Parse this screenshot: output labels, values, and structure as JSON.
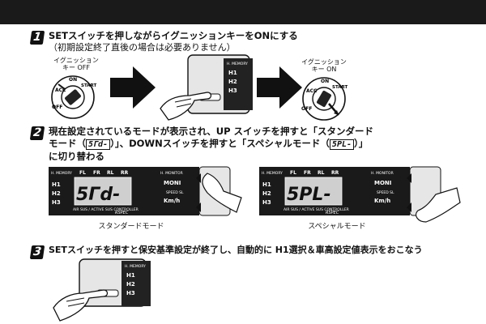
{
  "steps": [
    {
      "number": "1",
      "text": "SETスイッチを押しながらイグニッションキーをONにする",
      "note": "（初期設定終了直後の場合は必要ありません）",
      "key_off_label": [
        "イグニッション",
        "キー OFF"
      ],
      "key_on_label": [
        "イグニッション",
        "キー ON"
      ]
    },
    {
      "number": "2",
      "line1": "現在設定されているモードが表示され、UP スイッチを押すと「スタンダード",
      "line2_pre": "モード（",
      "line2_code1": "5Γd-",
      "line2_mid": "）」、DOWNスイッチを押すと「スペシャルモード（",
      "line2_code2": "5PL-",
      "line2_post": "）」",
      "line3": "に切り替わる",
      "caption_standard": "スタンダードモード",
      "caption_special": "スペシャルモード"
    },
    {
      "number": "3",
      "text": "SETスイッチを押すと保安基準設定が終了し、自動的に H1選択＆車高設定値表示をおこなう"
    }
  ],
  "ignition": {
    "acc": "ACC",
    "on": "ON",
    "start": "START",
    "off": "OFF"
  },
  "panel": {
    "h_memory": "H. MEMORY",
    "h_monitor": "H. MONITOR",
    "wheels": [
      "FL",
      "FR",
      "RL",
      "RR"
    ],
    "rows": [
      "H1",
      "H2",
      "H3"
    ],
    "moni": "MONI",
    "speed_sel": "SPEED SL",
    "kmh": "Km/h",
    "controller": "AIR SUS / ACTIVE SUS CONTROLLER",
    "brand": "RSPEC",
    "display_standard": "5Γd-",
    "display_special": "5PL-"
  }
}
